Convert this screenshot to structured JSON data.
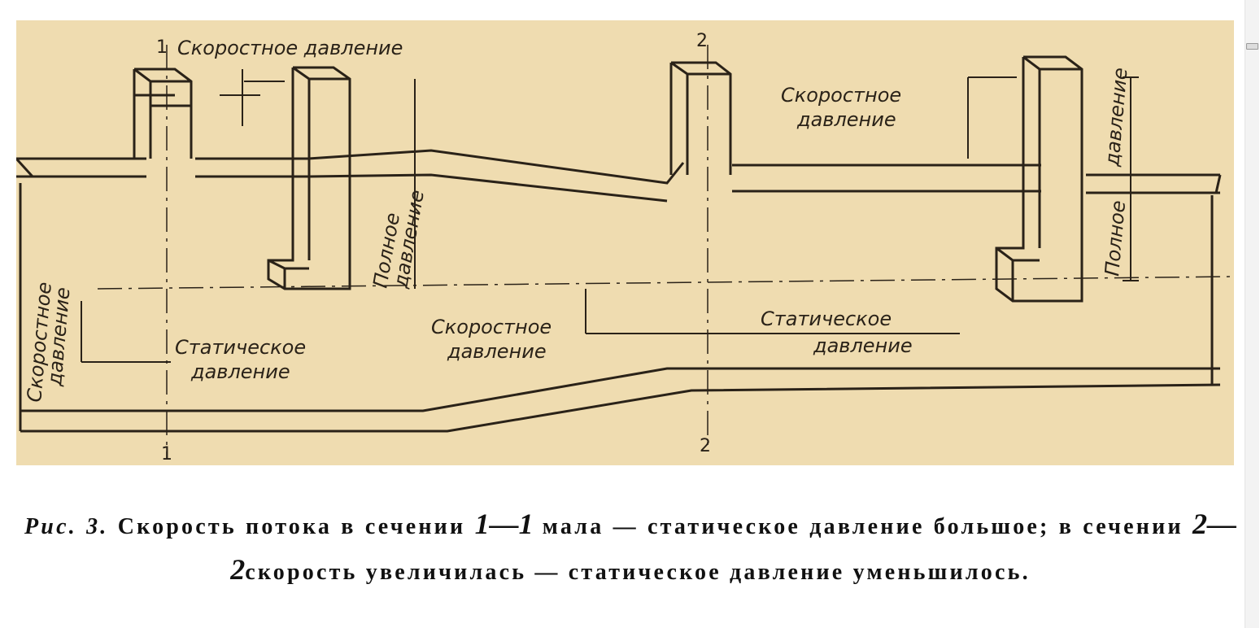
{
  "figure": {
    "labels": {
      "section1_top": "1",
      "section1_bottom": "1",
      "section2_top": "2",
      "section2_bottom": "2",
      "velocity_pressure_1": "Скоростное давление",
      "velocity_pressure_2a": "Скоростное",
      "velocity_pressure_2b": "давление",
      "full_pressure_1a": "Полное",
      "full_pressure_1b": "давление",
      "full_pressure_2a": "Полное",
      "full_pressure_2b": "давление",
      "velocity_left_a": "Скоростное",
      "velocity_left_b": "давление",
      "static_1a": "Статическое",
      "static_1b": "давление",
      "velocity_mid_a": "Скоростное",
      "velocity_mid_b": "давление",
      "static_2a": "Статическое",
      "static_2b": "давление"
    }
  },
  "caption": {
    "fig": "Рис. 3.",
    "t1": "Скорость потока в",
    "t2": "сечении",
    "s1": "1—1",
    "t3": "мала — статическое давление большое; в сечении",
    "s2": "2—2",
    "t4": "скорость увеличилась — статическое давление уменьшилось."
  }
}
